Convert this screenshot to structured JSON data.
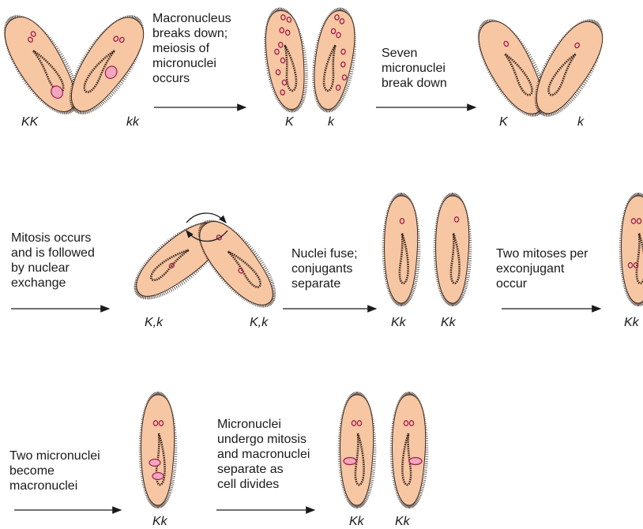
{
  "colors": {
    "cell_fill": "#f7c6a3",
    "cell_outline": "#3a2a20",
    "nucleus_fill": "#f2a6bf",
    "nucleus_outline": "#a01c4a",
    "arrow": "#1a1a1a"
  },
  "stage1": {
    "step_text": "Macronucleus\nbreaks down;\nmeiosis of\nmicronuclei\noccurs",
    "labels": {
      "left_pair": [
        "KK",
        "kk"
      ],
      "after_meiosis": [
        "K",
        "k"
      ]
    }
  },
  "stage2": {
    "step_text": "Seven\nmicronuclei\nbreak down",
    "labels": [
      "K",
      "k"
    ]
  },
  "stage3": {
    "step_text": "Mitosis occurs\nand is followed\nby nuclear\nexchange",
    "labels": [
      "K,k",
      "K,k"
    ]
  },
  "stage4": {
    "step_text": "Nuclei fuse;\nconjugants\nseparate",
    "labels": [
      "Kk",
      "Kk"
    ]
  },
  "stage5": {
    "step_text": "Two mitoses per\nexconjugant\noccur",
    "labels": [
      "Kk"
    ]
  },
  "stage6": {
    "step_text": "Two micronuclei\nbecome\nmacronuclei",
    "labels": [
      "Kk"
    ]
  },
  "stage7": {
    "step_text": "Micronuclei\nundergo mitosis\nand macronuclei\nseparate as\ncell divides",
    "labels": [
      "Kk",
      "Kk"
    ]
  }
}
